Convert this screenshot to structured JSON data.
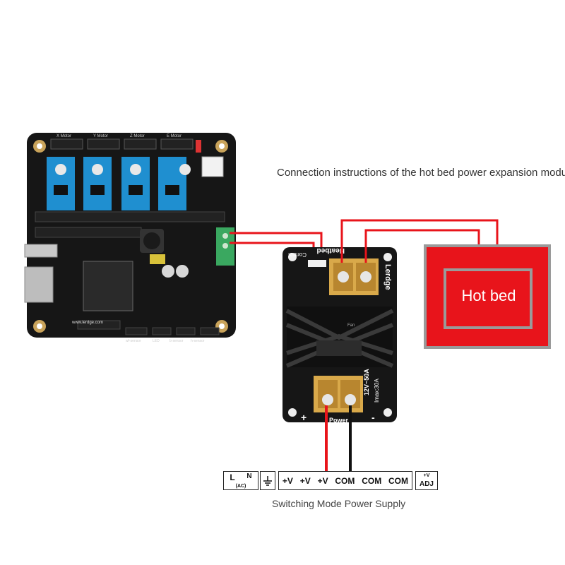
{
  "title": "Connection instructions of the hot bed power expansion module",
  "main_board": {
    "motor_labels": [
      "X Motor",
      "Y Motor",
      "Z Motor",
      "E Motor"
    ],
    "url": "www.lerdge.com",
    "sensor_labels": [
      "wf-sensor",
      "LED",
      "b-sensor",
      "h-sensor"
    ]
  },
  "module": {
    "brand": "Lerdge",
    "heatbed_label": "Heatbed",
    "control_label": "Control",
    "fan_label": "Fan",
    "rating": "12V~50A",
    "imax": "Imax:30A",
    "power_label": "Power",
    "plus": "+",
    "minus": "-"
  },
  "hot_bed": {
    "label": "Hot bed",
    "color": "#e8141b"
  },
  "psu": {
    "caption": "Switching Mode Power Supply",
    "ac_l": "L",
    "ac_n": "N",
    "ac_sub": "(AC)",
    "terminals": [
      "+V",
      "+V",
      "+V",
      "COM",
      "COM",
      "COM"
    ],
    "adj_top": "+V",
    "adj_bottom": "ADJ"
  },
  "colors": {
    "wire_red": "#e8141b",
    "wire_black": "#111111",
    "pcb": "#161616",
    "driver": "#1f8fd0",
    "terminal": "#3aa860"
  }
}
